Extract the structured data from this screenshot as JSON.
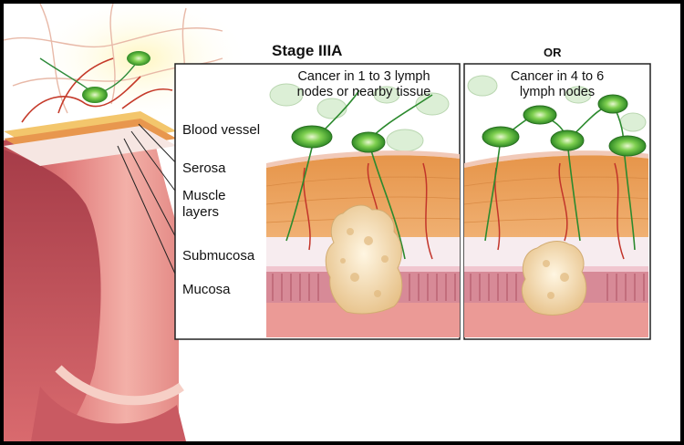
{
  "title": "Stage IIIA",
  "or_label": "OR",
  "panel_left_caption_line1": "Cancer in 1 to 3 lymph",
  "panel_left_caption_line2": "nodes or nearby tissue",
  "panel_right_caption_line1": "Cancer in 4 to 6",
  "panel_right_caption_line2": "lymph nodes",
  "labels": {
    "blood_vessel": "Blood vessel",
    "serosa": "Serosa",
    "muscle_line1": "Muscle",
    "muscle_line2": "layers",
    "submucosa": "Submucosa",
    "mucosa": "Mucosa"
  },
  "colors": {
    "lymph_node": "#5cb83a",
    "tumor": "#f2dcb2",
    "muscle": "#e79a52",
    "mucosa": "#d98c96",
    "colon": "#dc6f72"
  }
}
